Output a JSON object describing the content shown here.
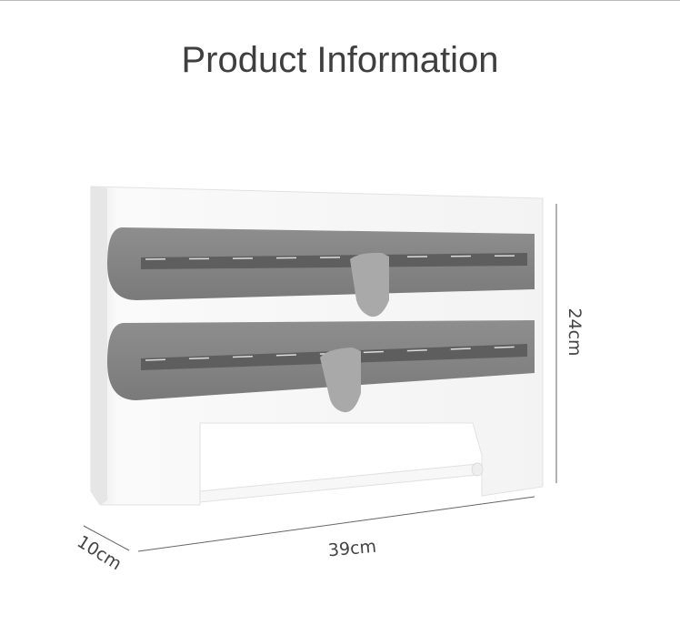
{
  "title": "Product Information",
  "dimensions": {
    "height": "24cm",
    "width": "39cm",
    "depth": "10cm"
  },
  "colors": {
    "body": "#f4f4f4",
    "bar": "#878787",
    "bar_light": "#a6a6a6",
    "text": "#444444"
  }
}
